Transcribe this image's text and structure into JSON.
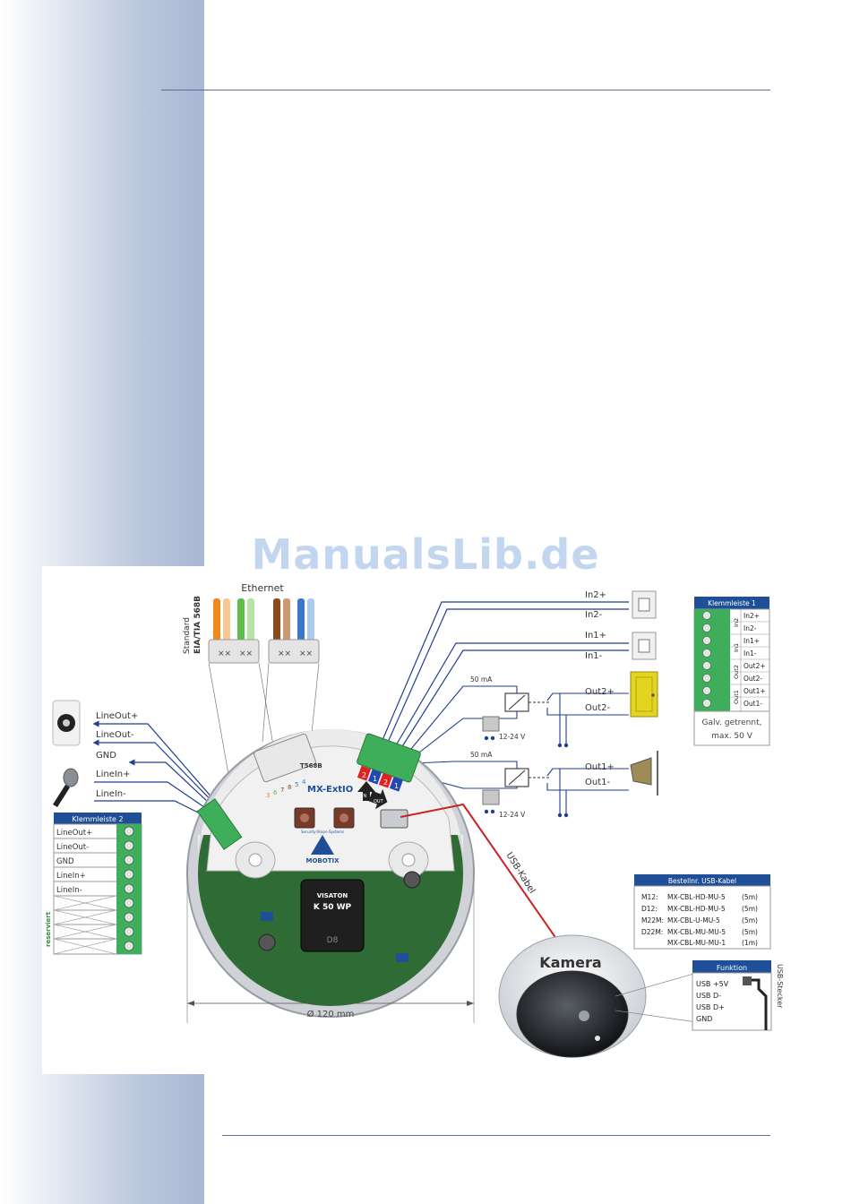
{
  "watermark": "ManualsLib.de",
  "ethernet": {
    "title": "Ethernet",
    "standard_line1": "Standard",
    "standard_line2": "EIA/TIA 568B",
    "board_label": "T568B",
    "pin_numbers": [
      "3",
      "6",
      "7",
      "8",
      "5",
      "4"
    ]
  },
  "audio": {
    "lineout_plus": "LineOut+",
    "lineout_minus": "LineOut-",
    "gnd": "GND",
    "linein_plus": "LineIn+",
    "linein_minus": "LineIn-"
  },
  "klemmleiste2": {
    "title": "Klemmleiste 2",
    "rows": [
      "LineOut+",
      "LineOut-",
      "GND",
      "LineIn+",
      "LineIn-"
    ],
    "reserved_label": "reserviert"
  },
  "io": {
    "in2_plus": "In2+",
    "in2_minus": "In2-",
    "in1_plus": "In1+",
    "in1_minus": "In1-",
    "current_top": "50 mA",
    "out2_plus": "Out2+",
    "out2_minus": "Out2-",
    "voltage_top": "12-24 V",
    "current_bottom": "50 mA",
    "out1_plus": "Out1+",
    "out1_minus": "Out1-",
    "voltage_bottom": "12-24 V"
  },
  "klemmleiste1": {
    "title": "Klemmleiste 1",
    "rows": [
      "In2+",
      "In2-",
      "In1+",
      "In1-",
      "Out2+",
      "Out2-",
      "Out1+",
      "Out1-"
    ],
    "groups": [
      "In2",
      "In1",
      "Out2",
      "Out1"
    ],
    "note_line1": "Galv. getrennt,",
    "note_line2": "max. 50 V"
  },
  "board": {
    "name": "MX-ExtIO",
    "brand_tagline": "Security-Vision-Systems",
    "brand": "MOBOTIX",
    "speaker_brand": "VISATON",
    "speaker_model": "K 50 WP",
    "speaker_code": "D8",
    "diameter": "Ø 120 mm",
    "terminal_nums": [
      "2",
      "1",
      "2",
      "1"
    ],
    "arrow_in": "IN",
    "arrow_out": "OUT"
  },
  "usb_cable_label": "USB-Kabel",
  "bestell": {
    "title": "Bestellnr. USB-Kabel",
    "rows": [
      {
        "model": "M12:",
        "part": "MX-CBL-HD-MU-5",
        "len": "(5m)"
      },
      {
        "model": "D12:",
        "part": "MX-CBL-HD-MU-5",
        "len": "(5m)"
      },
      {
        "model": "M22M:",
        "part": "MX-CBL-U-MU-5",
        "len": "(5m)"
      },
      {
        "model": "D22M:",
        "part": "MX-CBL-MU-MU-5",
        "len": "(5m)"
      },
      {
        "model": "",
        "part": "MX-CBL-MU-MU-1",
        "len": "(1m)"
      }
    ]
  },
  "camera_label": "Kamera",
  "funktion": {
    "title": "Funktion",
    "rows": [
      "USB +5V",
      "USB D-",
      "USB D+",
      "GND"
    ],
    "side_label": "USB-Stecker"
  },
  "colors": {
    "header_blue": "#1f4f99",
    "wire_blue": "#1f3f8f",
    "usb_red": "#cc2222",
    "terminal_green": "#3fae5a",
    "door_yellow": "#e3d41f"
  }
}
